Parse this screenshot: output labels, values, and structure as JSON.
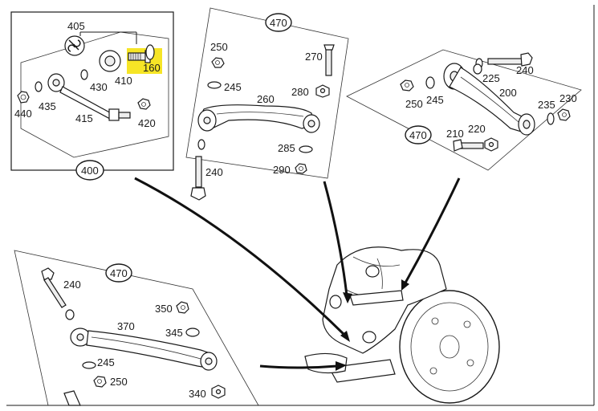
{
  "diagram": {
    "highlight_color": "#f4e000",
    "highlighted_part": "160",
    "groups": [
      {
        "id": "400",
        "callout": "400",
        "parts": [
          "405",
          "160",
          "410",
          "430",
          "440",
          "435",
          "415",
          "420"
        ]
      },
      {
        "id": "470-center",
        "callout": "470",
        "parts": [
          "250",
          "270",
          "245",
          "280",
          "260",
          "285",
          "290",
          "240"
        ]
      },
      {
        "id": "470-right",
        "callout": "470",
        "parts": [
          "240",
          "225",
          "250",
          "245",
          "200",
          "235",
          "230",
          "210",
          "220"
        ]
      },
      {
        "id": "470-bottom",
        "callout": "470",
        "parts": [
          "240",
          "350",
          "370",
          "345",
          "245",
          "250",
          "340"
        ]
      }
    ],
    "labels": {
      "g400_405": "405",
      "g400_160": "160",
      "g400_410": "410",
      "g400_430": "430",
      "g400_440": "440",
      "g400_435": "435",
      "g400_415": "415",
      "g400_420": "420",
      "g400_callout": "400",
      "gc_callout": "470",
      "gc_250": "250",
      "gc_270": "270",
      "gc_245": "245",
      "gc_280": "280",
      "gc_260": "260",
      "gc_285": "285",
      "gc_290": "290",
      "gc_240": "240",
      "gr_240": "240",
      "gr_225": "225",
      "gr_250": "250",
      "gr_245": "245",
      "gr_200": "200",
      "gr_235": "235",
      "gr_230": "230",
      "gr_210": "210",
      "gr_220": "220",
      "gr_callout": "470",
      "gb_callout": "470",
      "gb_240": "240",
      "gb_350": "350",
      "gb_370": "370",
      "gb_345": "345",
      "gb_245": "245",
      "gb_250": "250",
      "gb_340": "340"
    }
  }
}
